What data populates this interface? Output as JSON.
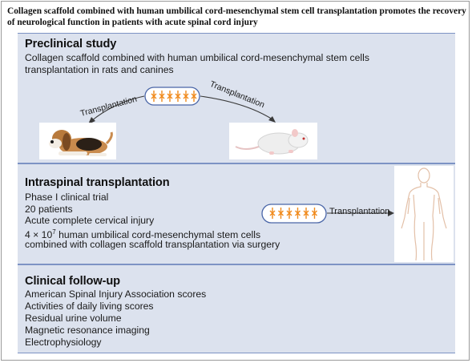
{
  "title": "Collagen scaffold combined with human umbilical cord-mesenchymal stem cell transplantation promotes the recovery of neurological function in patients with acute spinal cord injury",
  "preclinical": {
    "heading": "Preclinical study",
    "lines": [
      "Collagen scaffold combined with human umbilical cord-mesenchymal  stem cells",
      "transplantation  in rats and canines"
    ],
    "arrow_left_label": "Transplantation",
    "arrow_right_label": "Transplantation",
    "left_image": "beagle-dog-photo",
    "right_image": "white-rat-photo"
  },
  "intraspinal": {
    "heading": "Intraspinal transplantation",
    "lines": [
      "Phase I clinical trial",
      "20 patients",
      "Acute complete cervical injury",
      "combined with collagen scaffold transplantation via surgery"
    ],
    "dose_prefix": "4 × 10",
    "dose_exponent": "7",
    "dose_suffix": "  human umbilical cord-mesenchymal  stem cells",
    "arrow_label": "Transplantation",
    "figure_image": "human-body-outline"
  },
  "followup": {
    "heading": "Clinical follow-up",
    "lines": [
      "American Spinal Injury  Association scores",
      "Activities of daily living scores",
      "Residual urine volume",
      "Magnetic resonance imaging",
      "Electrophysiology"
    ]
  },
  "colors": {
    "panel_bg": "#dce2ee",
    "panel_border": "#7d93c4",
    "capsule_border": "#4a66a8",
    "cell_orange": "#f08a1c",
    "arrow": "#3a3a3a"
  }
}
